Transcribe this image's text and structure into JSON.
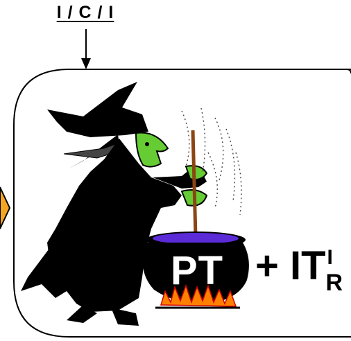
{
  "top_label": "I / C / I",
  "process_box": {
    "inner_text": "PT",
    "formula_plus": "+ IT",
    "formula_superscript": "I",
    "formula_subscript": "R"
  },
  "illustration": "witch-stirring-cauldron",
  "colors": {
    "outline": "#000000",
    "witch_skin": "#66cc33",
    "stick": "#8b4513",
    "potion": "#5a2bd6",
    "fire": "#ff8000",
    "input_arrow": "#f4a623"
  }
}
